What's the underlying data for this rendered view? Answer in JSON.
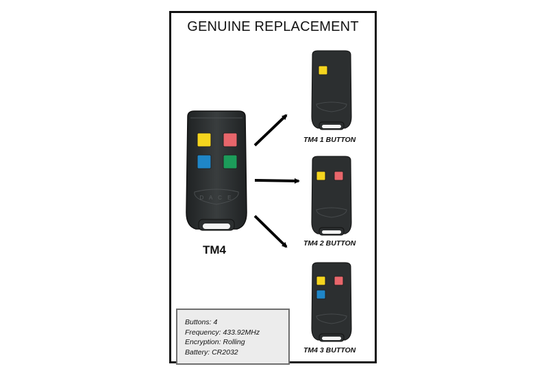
{
  "title": "GENUINE REPLACEMENT",
  "main_remote": {
    "label": "TM4",
    "buttons": [
      "yellow",
      "red",
      "blue",
      "green"
    ]
  },
  "variants": [
    {
      "label": "TM4 1 BUTTON",
      "buttons": [
        "yellow"
      ]
    },
    {
      "label": "TM4 2 BUTTON",
      "buttons": [
        "yellow",
        "red"
      ]
    },
    {
      "label": "TM4 3 BUTTON",
      "buttons": [
        "yellow",
        "red",
        "blue"
      ]
    }
  ],
  "specs": {
    "buttons": "Buttons: 4",
    "frequency": "Frequency: 433.92MHz",
    "encryption": "Encryption: Rolling",
    "battery": "Battery: CR2032"
  },
  "colors": {
    "yellow": "#f5d51e",
    "red": "#e8666b",
    "blue": "#1f86c8",
    "green": "#1c9c5a",
    "remote_body": "#2c2f30"
  }
}
